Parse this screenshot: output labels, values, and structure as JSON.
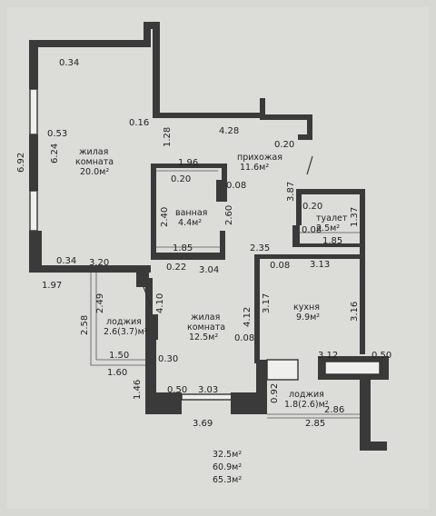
{
  "rooms": {
    "living1": {
      "name_line1": "жилая",
      "name_line2": "комната",
      "area": "20.0м²"
    },
    "hall": {
      "name": "прихожая",
      "area": "11.6м²"
    },
    "bath": {
      "name": "ванная",
      "area": "4.4м²"
    },
    "toilet": {
      "name": "туалет",
      "area": "2.5м²"
    },
    "living2": {
      "name_line1": "жилая",
      "name_line2": "комната",
      "area": "12.5м²"
    },
    "kitchen": {
      "name": "кухня",
      "area": "9.9м²"
    },
    "loggia1": {
      "name": "лоджия",
      "area": "2.6(3.7)м²"
    },
    "loggia2": {
      "name": "лоджия",
      "area": "1.8(2.6)м²"
    }
  },
  "dimensions": {
    "d034_top": "0.34",
    "d016": "0.16",
    "d428": "4.28",
    "d128": "1.28",
    "d020_hall": "0.20",
    "d053": "0.53",
    "d692": "6.92",
    "d624": "6.24",
    "d196": "1.96",
    "d020_bath": "0.20",
    "d008_bath": "0.08",
    "d387": "3.87",
    "d020_toilet": "0.20",
    "d240": "2.40",
    "d260": "2.60",
    "d137": "1.37",
    "d008_toilet": "0.08",
    "d185_toilet": "1.85",
    "d185_bath": "1.85",
    "d235": "2.35",
    "d034_bottom": "0.34",
    "d320": "3.20",
    "d022": "0.22",
    "d304": "3.04",
    "d008_kitchen": "0.08",
    "d313": "3.13",
    "d197": "1.97",
    "d249": "2.49",
    "d410": "4.10",
    "d317": "3.17",
    "d258": "2.58",
    "d412": "4.12",
    "d316": "3.16",
    "d008_living2": "0.08",
    "d150": "1.50",
    "d030": "0.30",
    "d312": "3.12",
    "d050_right": "0.50",
    "d160": "1.60",
    "d146": "1.46",
    "d050_bottom": "0.50",
    "d303": "3.03",
    "d092": "0.92",
    "d286": "2.86",
    "d369": "3.69",
    "d285": "2.85"
  },
  "summary": {
    "living_area": "32.5м²",
    "total_area": "60.9м²",
    "total_with_loggias": "65.3м²"
  }
}
